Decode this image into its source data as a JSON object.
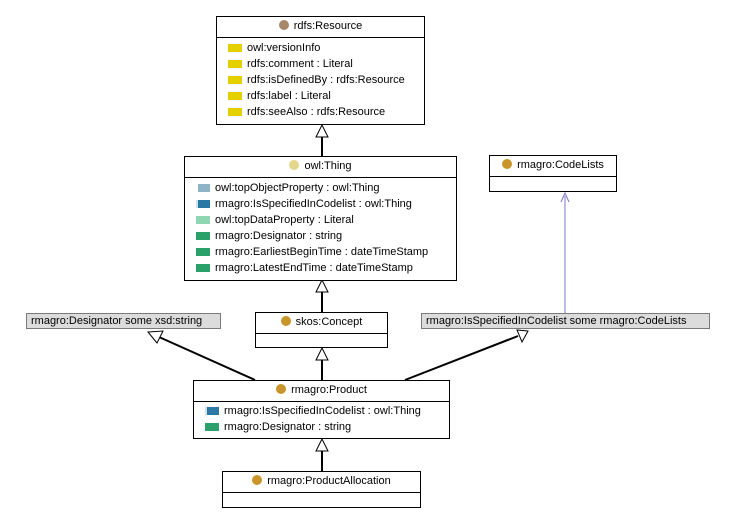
{
  "colors": {
    "class_brown": "#a8876a",
    "class_yellow": "#e4d78c",
    "class_gold": "#c8962a",
    "annotation": "#e6cf00",
    "object_light": "#8fb4c6",
    "object_dark": "#2b78a4",
    "data_light": "#8fd6b2",
    "data_dark": "#2aa06a",
    "restriction_bg": "#dcdcdc",
    "link": "#7a78c8"
  },
  "classes": {
    "resource": {
      "title": "rdfs:Resource",
      "icon": "class-circle-icon",
      "rows": [
        {
          "text": "owl:versionInfo",
          "kind": "annotation"
        },
        {
          "text": "rdfs:comment : Literal",
          "kind": "annotation"
        },
        {
          "text": "rdfs:isDefinedBy : rdfs:Resource",
          "kind": "annotation"
        },
        {
          "text": "rdfs:label : Literal",
          "kind": "annotation"
        },
        {
          "text": "rdfs:seeAlso : rdfs:Resource",
          "kind": "annotation"
        }
      ]
    },
    "thing": {
      "title": "owl:Thing",
      "icon": "class-circle-icon",
      "rows": [
        {
          "text": "owl:topObjectProperty : owl:Thing",
          "kind": "object-light"
        },
        {
          "text": "rmagro:IsSpecifiedInCodelist : owl:Thing",
          "kind": "object-dark"
        },
        {
          "text": "owl:topDataProperty : Literal",
          "kind": "data-light"
        },
        {
          "text": "rmagro:Designator : string",
          "kind": "data-dark"
        },
        {
          "text": "rmagro:EarliestBeginTime : dateTimeStamp",
          "kind": "data-dark"
        },
        {
          "text": "rmagro:LatestEndTime : dateTimeStamp",
          "kind": "data-dark"
        }
      ]
    },
    "codelists": {
      "title": "rmagro:CodeLists",
      "icon": "class-circle-icon"
    },
    "concept": {
      "title": "skos:Concept",
      "icon": "class-circle-icon"
    },
    "product": {
      "title": "rmagro:Product",
      "icon": "class-circle-icon",
      "rows": [
        {
          "text": "rmagro:IsSpecifiedInCodelist : owl:Thing",
          "kind": "object-dark"
        },
        {
          "text": "rmagro:Designator : string",
          "kind": "data-dark"
        }
      ]
    },
    "allocation": {
      "title": "rmagro:ProductAllocation",
      "icon": "class-circle-icon"
    }
  },
  "restrictions": {
    "designator": "rmagro:Designator some xsd:string",
    "codelist": "rmagro:IsSpecifiedInCodelist some rmagro:CodeLists"
  }
}
